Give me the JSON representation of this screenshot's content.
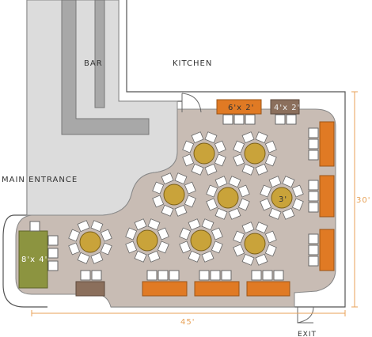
{
  "labels": {
    "bar": "BAR",
    "kitchen": "KITCHEN",
    "main_entrance": "MAIN ENTRANCE",
    "exit": "EXIT",
    "width": "45'",
    "height": "30'"
  },
  "fixtures": {
    "table_6x2": "6'x 2'",
    "table_4x2": "4'x 2'",
    "table_8x4": "8'x 4'",
    "round_label": "3'"
  },
  "colors": {
    "floor": "#c8bcb4",
    "gray_area": "#dcdcdc",
    "bar_wall": "#a8a8a8",
    "table_round": "#c9a33a",
    "table_orange": "#e07a24",
    "table_brown": "#8b6f5c",
    "table_green": "#8c9440",
    "dimension": "#e8a257"
  }
}
